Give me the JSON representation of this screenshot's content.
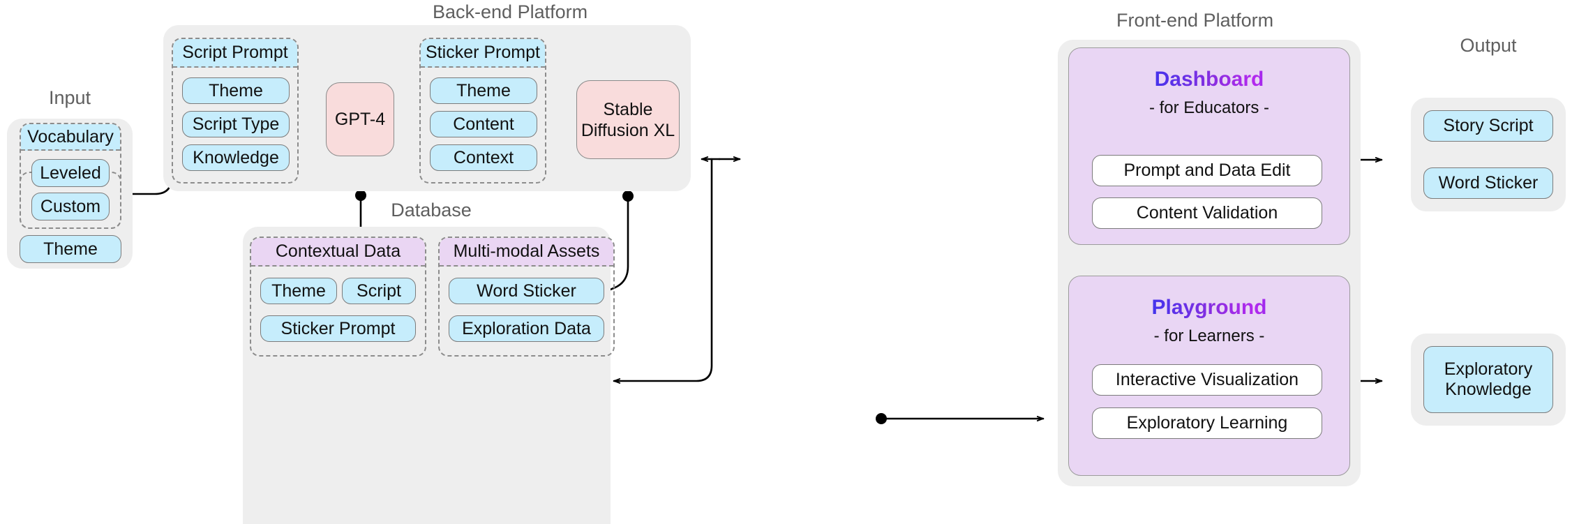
{
  "diagram": {
    "sections": {
      "input": "Input",
      "backend": "Back-end Platform",
      "database": "Database",
      "frontend": "Front-end Platform",
      "output": "Output"
    },
    "input": {
      "vocabulary_header": "Vocabulary",
      "vocabulary_items": [
        "Leveled",
        "Custom"
      ],
      "theme": "Theme"
    },
    "backend": {
      "script_prompt": {
        "header": "Script Prompt",
        "items": [
          "Theme",
          "Script Type",
          "Knowledge"
        ]
      },
      "gpt4": "GPT-4",
      "sticker_prompt": {
        "header": "Sticker Prompt",
        "items": [
          "Theme",
          "Content",
          "Context"
        ]
      },
      "sdxl": {
        "line1": "Stable",
        "line2": "Diffusion XL"
      }
    },
    "database": {
      "contextual": {
        "header": "Contextual Data",
        "items": [
          "Theme",
          "Script",
          "Sticker Prompt"
        ]
      },
      "assets": {
        "header": "Multi-modal Assets",
        "items": [
          "Word Sticker",
          "Exploration Data"
        ]
      }
    },
    "frontend": {
      "dashboard": {
        "title": "Dashboard",
        "subtitle": "- for Educators -",
        "items": [
          "Prompt and Data Edit",
          "Content Validation"
        ]
      },
      "playground": {
        "title": "Playground",
        "subtitle": "- for Learners -",
        "items": [
          "Interactive Visualization",
          "Exploratory Learning"
        ]
      }
    },
    "output": {
      "top_items": [
        "Story Script",
        "Word Sticker"
      ],
      "bottom_item": {
        "line1": "Exploratory",
        "line2": "Knowledge"
      }
    },
    "colors": {
      "panel_gray": "#eeeeee",
      "chip_blue": "#c6edfc",
      "chip_purple": "#ead6f3",
      "model_pink": "#f9dcdc",
      "card_purple": "#e9d6f4",
      "label_gray": "#5f5f5f",
      "title_gradient_start": "#2a35f0",
      "title_gradient_mid": "#b429ee",
      "stroke": "#7b7b7b",
      "wire": "#000000"
    }
  }
}
